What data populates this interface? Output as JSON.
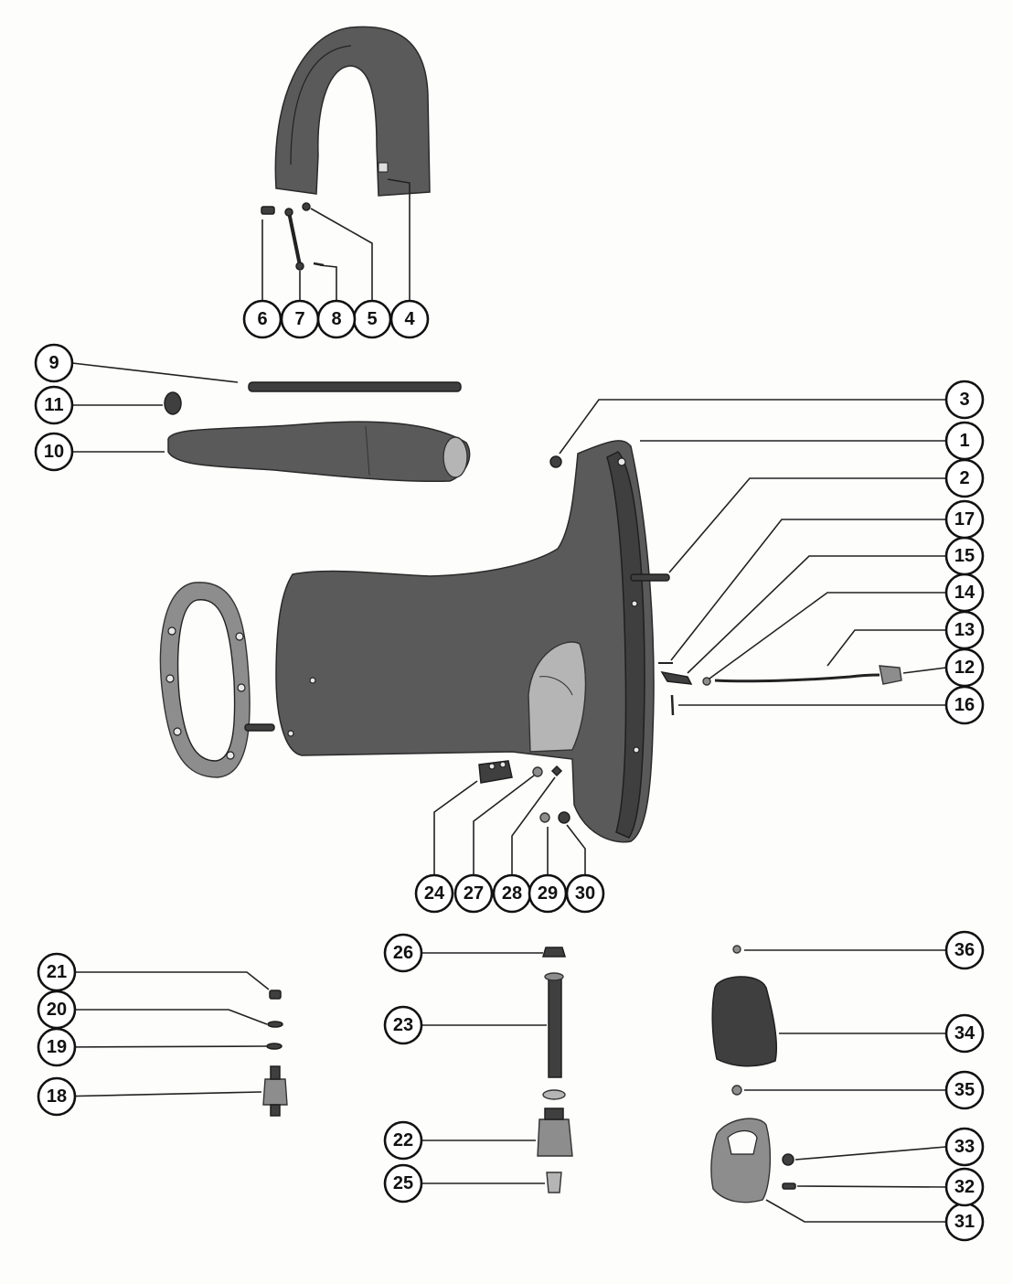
{
  "callouts": [
    {
      "n": "1"
    },
    {
      "n": "2"
    },
    {
      "n": "3"
    },
    {
      "n": "4"
    },
    {
      "n": "5"
    },
    {
      "n": "6"
    },
    {
      "n": "7"
    },
    {
      "n": "8"
    },
    {
      "n": "9"
    },
    {
      "n": "10"
    },
    {
      "n": "11"
    },
    {
      "n": "12"
    },
    {
      "n": "13"
    },
    {
      "n": "14"
    },
    {
      "n": "15"
    },
    {
      "n": "16"
    },
    {
      "n": "17"
    },
    {
      "n": "18"
    },
    {
      "n": "19"
    },
    {
      "n": "20"
    },
    {
      "n": "21"
    },
    {
      "n": "22"
    },
    {
      "n": "23"
    },
    {
      "n": "24"
    },
    {
      "n": "25"
    },
    {
      "n": "26"
    },
    {
      "n": "27"
    },
    {
      "n": "28"
    },
    {
      "n": "29"
    },
    {
      "n": "30"
    },
    {
      "n": "31"
    },
    {
      "n": "32"
    },
    {
      "n": "33"
    },
    {
      "n": "34"
    },
    {
      "n": "35"
    },
    {
      "n": "36"
    }
  ]
}
